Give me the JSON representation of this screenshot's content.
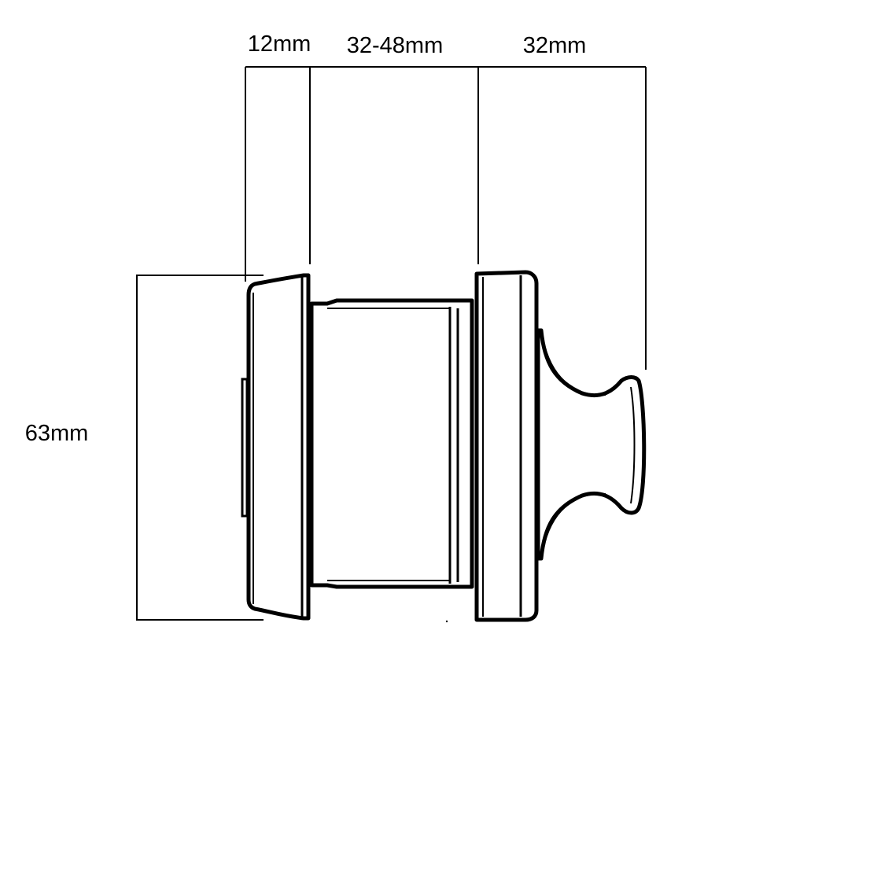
{
  "dimensions": {
    "rose_depth": "12mm",
    "door_thickness": "32-48mm",
    "knob_projection": "32mm",
    "rose_diameter": "63mm"
  },
  "colors": {
    "line": "#000000",
    "background": "#ffffff"
  }
}
